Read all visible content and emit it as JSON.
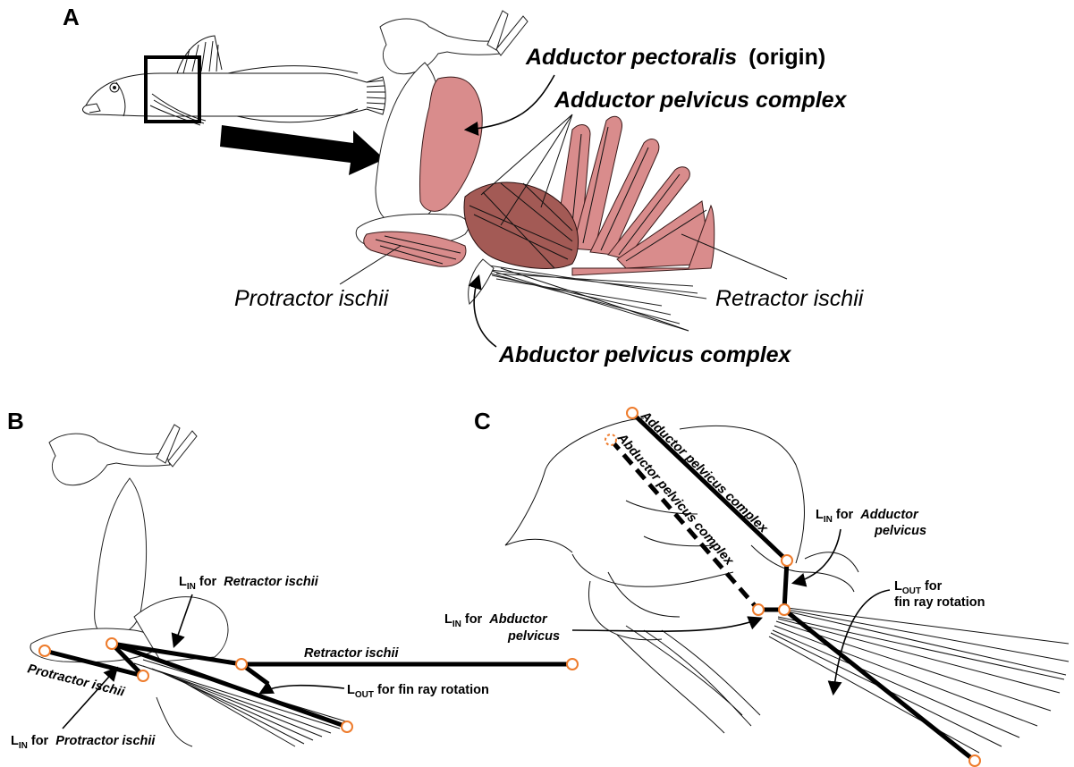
{
  "panels": {
    "a": "A",
    "b": "B",
    "c": "C"
  },
  "panel_a": {
    "adductor_pectoralis": "Adductor pectoralis",
    "adductor_pectoralis_suffix": "(origin)",
    "adductor_pelvicus_complex": "Adductor pelvicus complex",
    "protractor_ischii": "Protractor ischii",
    "retractor_ischii": "Retractor ischii",
    "abductor_pelvicus_complex": "Abductor pelvicus complex"
  },
  "panel_b": {
    "lin_letter": "L",
    "lin_sub": "IN",
    "for_word": "for",
    "retractor_ischii": "Retractor ischii",
    "protractor_ischii": "Protractor ischii",
    "lout_letter": "L",
    "lout_sub": "OUT",
    "fin_ray_rotation": "for fin ray rotation"
  },
  "panel_c": {
    "adductor_pelvicus_complex": "Adductor pelvicus complex",
    "abductor_pelvicus_complex": "Abductor pelvicus complex",
    "lin_letter": "L",
    "lin_sub": "IN",
    "for_word": "for",
    "adductor_word": "Adductor",
    "abductor_word": "Abductor",
    "pelvicus_word": "pelvicus",
    "lout_letter": "L",
    "lout_sub": "OUT",
    "lout_for": "for",
    "fin_ray_rotation": "fin ray rotation"
  },
  "colors": {
    "muscle": "#d98c8c",
    "muscle_dark": "#a35a55",
    "node_outline": "#ee7b2b",
    "lever_line": "#000000"
  }
}
